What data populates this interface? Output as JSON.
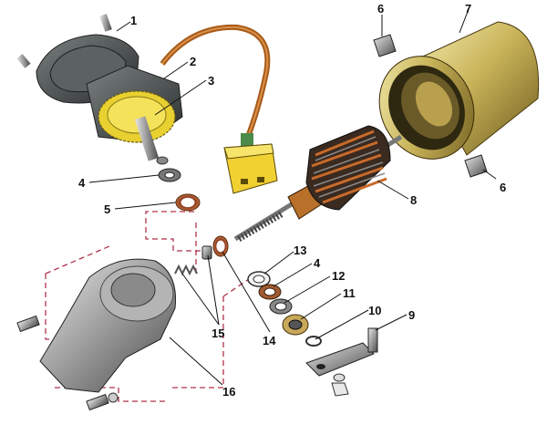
{
  "labels": {
    "l1": "1",
    "l2": "2",
    "l3": "3",
    "l4a": "4",
    "l4b": "4",
    "l5": "5",
    "l6a": "6",
    "l6b": "6",
    "l7": "7",
    "l8": "8",
    "l9": "9",
    "l10": "10",
    "l11": "11",
    "l12": "12",
    "l13": "13",
    "l14": "14",
    "l15": "15",
    "l16": "16"
  }
}
